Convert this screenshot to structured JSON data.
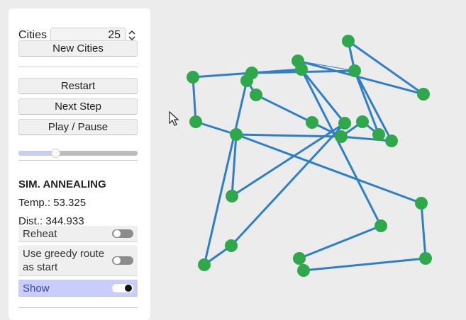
{
  "controls": {
    "cities_label": "Cities",
    "cities_value": "25",
    "new_cities_label": "New Cities",
    "restart_label": "Restart",
    "next_step_label": "Next Step",
    "play_pause_label": "Play / Pause",
    "speed_fraction": 0.31
  },
  "annealing": {
    "title": "SIM. ANNEALING",
    "temp_text": "Temp.: 53.325",
    "dist_text": "Dist.: 344.933",
    "reheat_label": "Reheat",
    "reheat_on": false,
    "greedy_line1": "Use greedy route",
    "greedy_line2": "as start",
    "greedy_on": false,
    "show_label": "Show",
    "show_on": true
  },
  "colors": {
    "route": "#2f7fc6",
    "city": "#2ea84a",
    "show_active_bg": "#c9cdfb"
  }
}
